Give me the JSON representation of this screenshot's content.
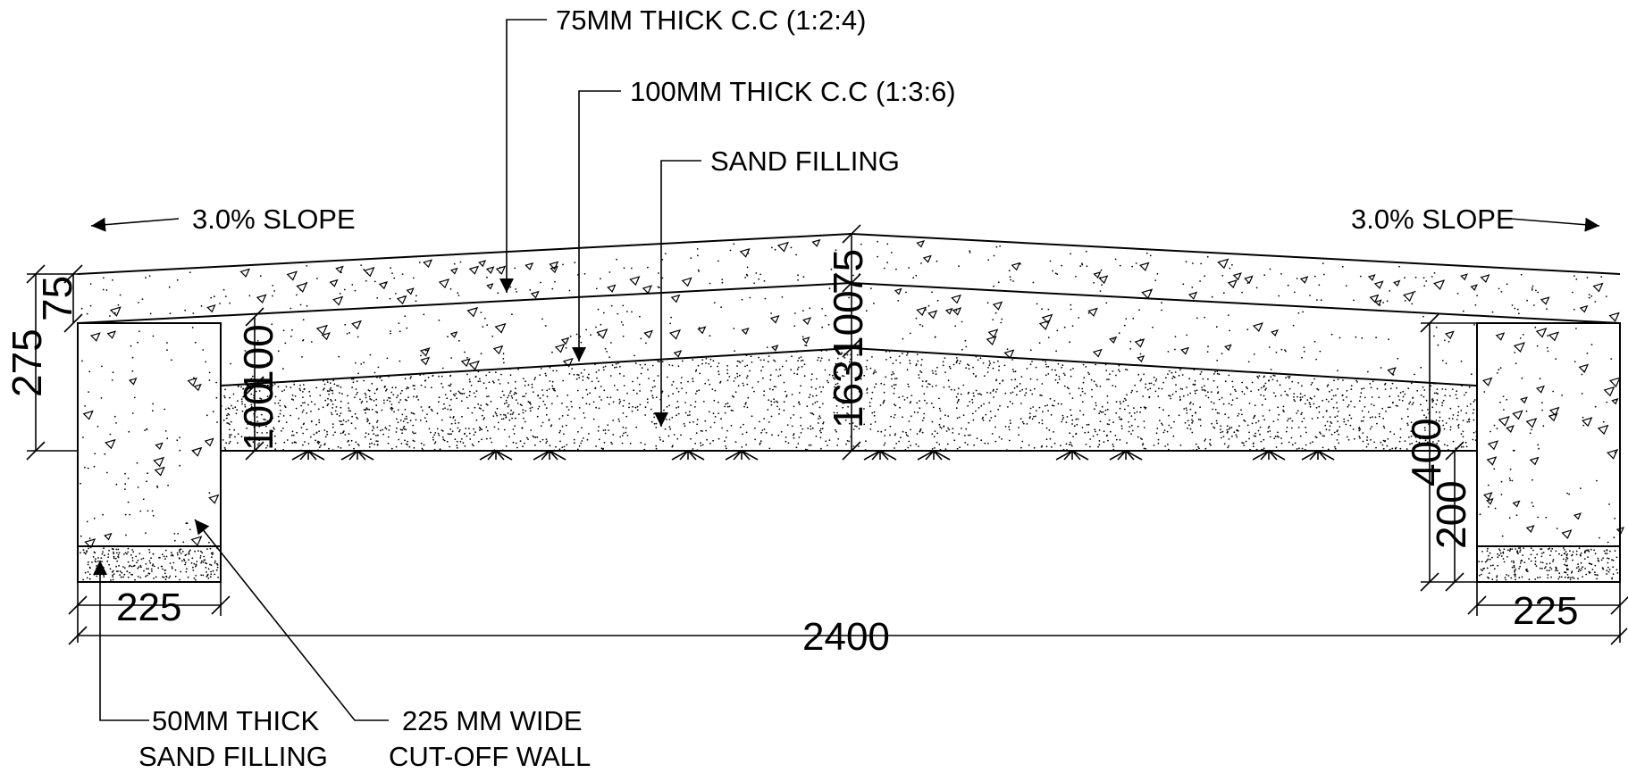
{
  "labels": {
    "cc_75": "75MM THICK C.C (1:2:4)",
    "cc_100": "100MM THICK C.C (1:3:6)",
    "sand_filling": "SAND FILLING",
    "slope_left": "3.0% SLOPE",
    "slope_right": "3.0% SLOPE",
    "sand_50_line1": "50MM THICK",
    "sand_50_line2": "SAND FILLING",
    "cutoff_line1": "225 MM WIDE",
    "cutoff_line2": "CUT-OFF WALL"
  },
  "dimensions": {
    "left_top": "75",
    "left_total": "275",
    "left_inner": "100",
    "left_lower": "100",
    "center_top": "75",
    "center_mid": "100",
    "center_sand": "163",
    "right_upper": "400",
    "right_lower": "200",
    "footing_left": "225",
    "footing_right": "225",
    "overall": "2400"
  },
  "colors": {
    "line": "#000000",
    "background": "#ffffff"
  }
}
